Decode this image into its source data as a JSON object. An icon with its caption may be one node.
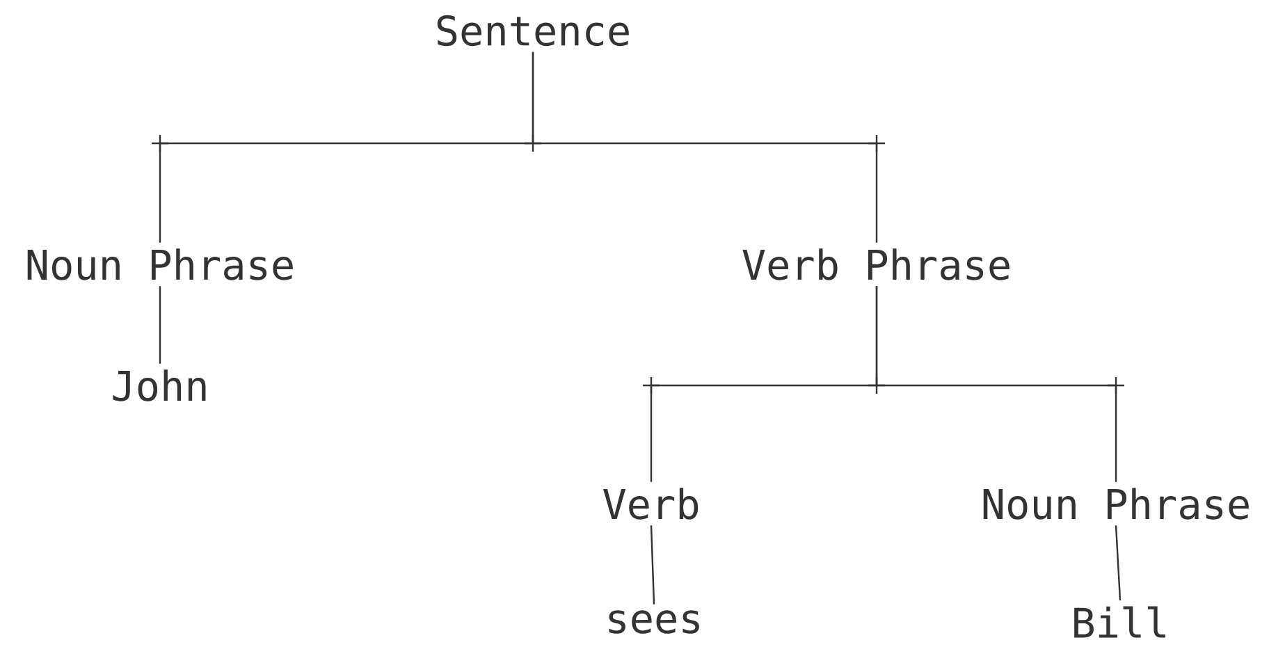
{
  "diagram": {
    "nodes": [
      {
        "text": [
          "Sentence"
        ]
      },
      {
        "text": [
          "Noun Phrase"
        ]
      },
      {
        "text": [
          "John"
        ]
      },
      {
        "text": [
          "Verb Phrase"
        ]
      },
      {
        "text": [
          "Verb"
        ]
      },
      {
        "text": [
          "sees"
        ]
      },
      {
        "text": [
          "Noun Phrase"
        ]
      },
      {
        "text": [
          "Bill"
        ]
      }
    ],
    "edges": [
      {
        "from": 0,
        "to": 1,
        "arrow": "none"
      },
      {
        "from": 0,
        "to": 3,
        "arrow": "none"
      },
      {
        "from": 1,
        "to": 2,
        "arrow": "none"
      },
      {
        "from": 3,
        "to": 4,
        "arrow": "none"
      },
      {
        "from": 3,
        "to": 6,
        "arrow": "none"
      },
      {
        "from": 4,
        "to": 5,
        "arrow": "none"
      },
      {
        "from": 6,
        "to": 7,
        "arrow": "none"
      }
    ]
  }
}
